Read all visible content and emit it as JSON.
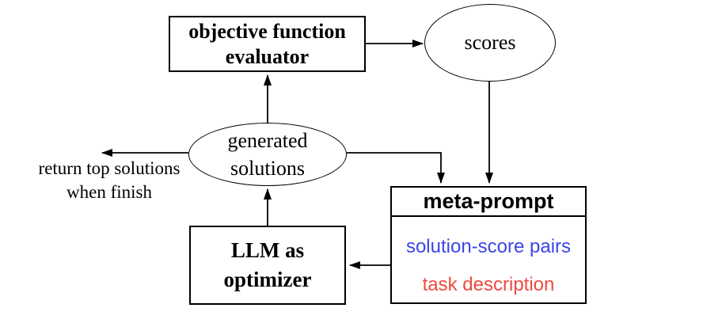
{
  "diagram": {
    "nodes": {
      "evaluator": {
        "line1": "objective function",
        "line2": "evaluator"
      },
      "scores": {
        "label": "scores"
      },
      "generated_solutions": {
        "line1": "generated",
        "line2": "solutions"
      },
      "llm": {
        "line1": "LLM as",
        "line2": "optimizer"
      },
      "meta_prompt": {
        "title": "meta-prompt",
        "items": [
          {
            "label": "solution-score pairs",
            "color": "#3b45e8"
          },
          {
            "label": "task description",
            "color": "#f0493f"
          }
        ]
      }
    },
    "annotations": {
      "return_note": {
        "line1": "return top solutions",
        "line2": "when finish"
      }
    },
    "colors": {
      "stroke": "#000000",
      "background": "#ffffff"
    }
  }
}
